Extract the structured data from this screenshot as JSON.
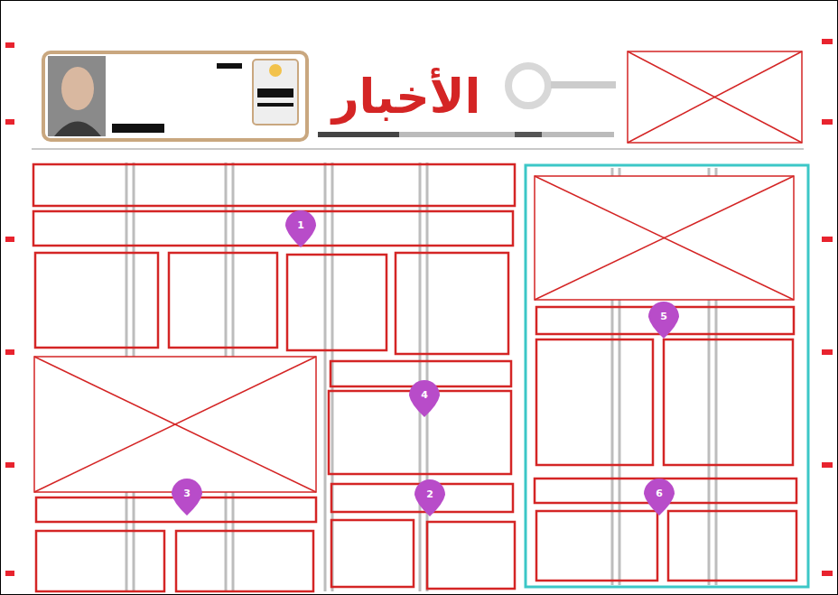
{
  "diagram": {
    "labels": [
      "الأخبار",
      "1",
      "2",
      "3",
      "4",
      "5",
      "6"
    ]
  }
}
